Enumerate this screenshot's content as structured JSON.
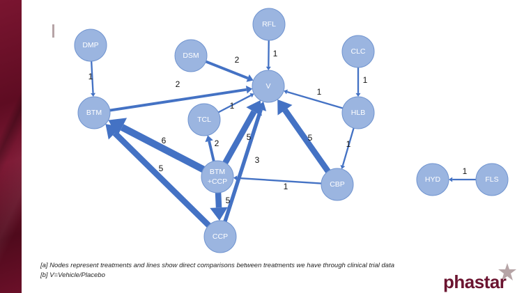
{
  "diagram": {
    "type": "network",
    "node_color": "#9bb5e0",
    "node_border": "#6f93cf",
    "edge_color": "#4472c4",
    "nodes": [
      {
        "id": "DMP",
        "label": "DMP"
      },
      {
        "id": "RFL",
        "label": "RFL"
      },
      {
        "id": "DSM",
        "label": "DSM"
      },
      {
        "id": "CLC",
        "label": "CLC"
      },
      {
        "id": "V",
        "label": "V"
      },
      {
        "id": "BTM",
        "label": "BTM"
      },
      {
        "id": "TCL",
        "label": "TCL"
      },
      {
        "id": "HLB",
        "label": "HLB"
      },
      {
        "id": "BTMCCP",
        "label": "BTM\n+CCP"
      },
      {
        "id": "CBP",
        "label": "CBP"
      },
      {
        "id": "CCP",
        "label": "CCP"
      },
      {
        "id": "HYD",
        "label": "HYD"
      },
      {
        "id": "FLS",
        "label": "FLS"
      }
    ],
    "edges": [
      {
        "from": "DMP",
        "to": "BTM",
        "weight": 1
      },
      {
        "from": "RFL",
        "to": "V",
        "weight": 1
      },
      {
        "from": "DSM",
        "to": "V",
        "weight": 2
      },
      {
        "from": "CLC",
        "to": "HLB",
        "weight": 1
      },
      {
        "from": "BTM",
        "to": "V",
        "weight": 2
      },
      {
        "from": "TCL",
        "to": "V",
        "weight": 1
      },
      {
        "from": "HLB",
        "to": "V",
        "weight": 1
      },
      {
        "from": "HLB",
        "to": "CBP",
        "weight": 1
      },
      {
        "from": "BTMCCP",
        "to": "BTM",
        "weight": 6
      },
      {
        "from": "BTMCCP",
        "to": "TCL",
        "weight": 2
      },
      {
        "from": "BTMCCP",
        "to": "V",
        "weight": 5
      },
      {
        "from": "BTMCCP",
        "to": "CCP",
        "weight": 5
      },
      {
        "from": "CCP",
        "to": "BTM",
        "weight": 5
      },
      {
        "from": "CCP",
        "to": "V",
        "weight": 3
      },
      {
        "from": "CBP",
        "to": "V",
        "weight": 5
      },
      {
        "from": "CBP",
        "to": "BTMCCP",
        "weight": 1
      },
      {
        "from": "FLS",
        "to": "HYD",
        "weight": 1
      }
    ]
  },
  "footnotes": [
    "[a] Nodes represent treatments and lines show direct comparisons between treatments we have through clinical trial data",
    "[b] V=Vehicle/Placebo"
  ],
  "logo": {
    "text": "phastar",
    "color": "#6b1430",
    "star_color": "#b6a4a6"
  },
  "sidebar_color": "#6b1029"
}
